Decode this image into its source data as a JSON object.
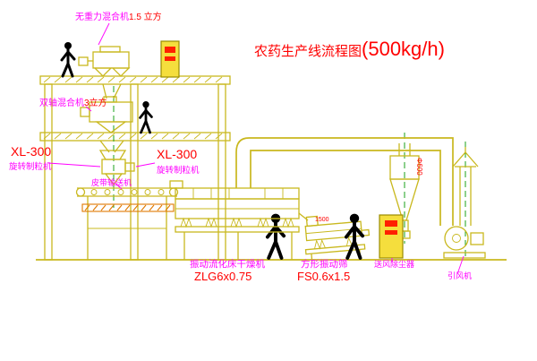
{
  "title": {
    "prefix": "农药生产线流程图",
    "capacity": "(500kg/h)"
  },
  "labels": {
    "mixer1_name": "无重力混合机",
    "mixer1_size": "1.5 立方",
    "mixer2_name": "双轴混合机",
    "mixer2_size": "3立方",
    "granulator_left_model": "XL-300",
    "granulator_left_name": "旋转制粒机",
    "granulator_mid_model": "XL-300",
    "granulator_mid_name": "旋转制粒机",
    "conveyor": "皮带输送机",
    "dryer_name": "振动流化床干燥机",
    "dryer_model": "ZLG6x0.75",
    "screen_name": "方形振动筛",
    "screen_model": "FS0.6x1.5",
    "screen_dim": "1500",
    "cyclone_dia": "Φ600",
    "duster_name": "送风除尘器",
    "fan_name": "引风机"
  },
  "equipment": [
    "gravity-mixer",
    "biaxial-mixer",
    "granulator",
    "belt-conveyor",
    "fluid-bed-dryer",
    "exhaust-duct",
    "cyclone",
    "square-vibrating-screen",
    "dust-collector-cabinet",
    "induced-draft-fan",
    "chimney",
    "control-cabinet",
    "workers"
  ],
  "colors": {
    "line_yellow": "#c9b81e",
    "label_magenta": "#ff00ff",
    "model_red": "#ff0000",
    "centerline_green": "#18a018",
    "platform_orange": "#e07800",
    "cabinet_yellow": "#f5de3d",
    "background": "#ffffff"
  }
}
